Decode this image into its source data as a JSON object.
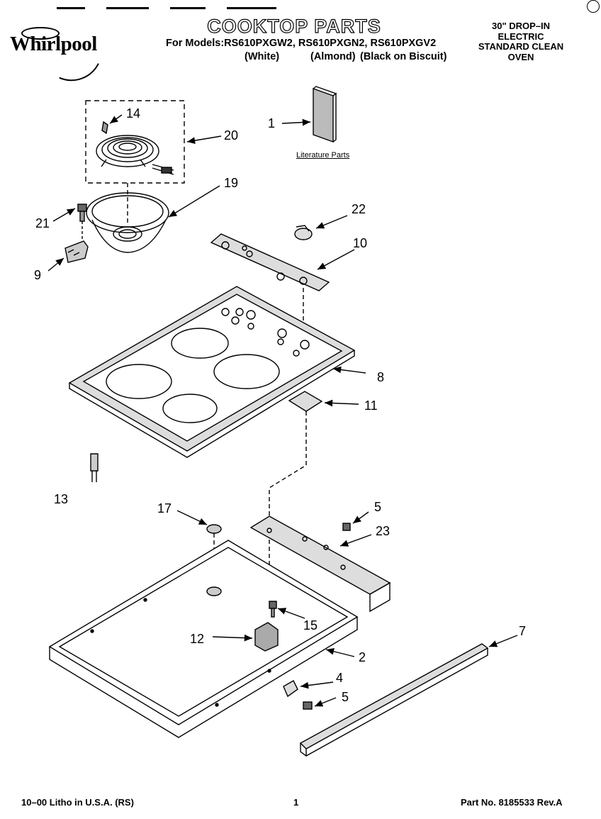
{
  "header": {
    "brand": "Whirlpool",
    "title": "COOKTOP PARTS",
    "models_line": "For Models:RS610PXGW2, RS610PXGN2, RS610PXGV2",
    "color_white": "(White)",
    "color_almond": "(Almond)",
    "color_biscuit": "(Black on Biscuit)",
    "oven_line1": "30\" DROP–IN",
    "oven_line2": "ELECTRIC",
    "oven_line3": "STANDARD CLEAN",
    "oven_line4": "OVEN"
  },
  "literature_label": "Literature Parts",
  "callouts": {
    "c1": "1",
    "c14": "14",
    "c20": "20",
    "c19": "19",
    "c21": "21",
    "c9": "9",
    "c22": "22",
    "c10": "10",
    "c8": "8",
    "c11": "11",
    "c13": "13",
    "c17": "17",
    "c5a": "5",
    "c23": "23",
    "c15": "15",
    "c12": "12",
    "c7": "7",
    "c2": "2",
    "c4": "4",
    "c5b": "5"
  },
  "footer": {
    "litho": "10–00 Litho in U.S.A. (RS)",
    "page": "1",
    "part_no": "Part No. 8185533 Rev.A"
  }
}
